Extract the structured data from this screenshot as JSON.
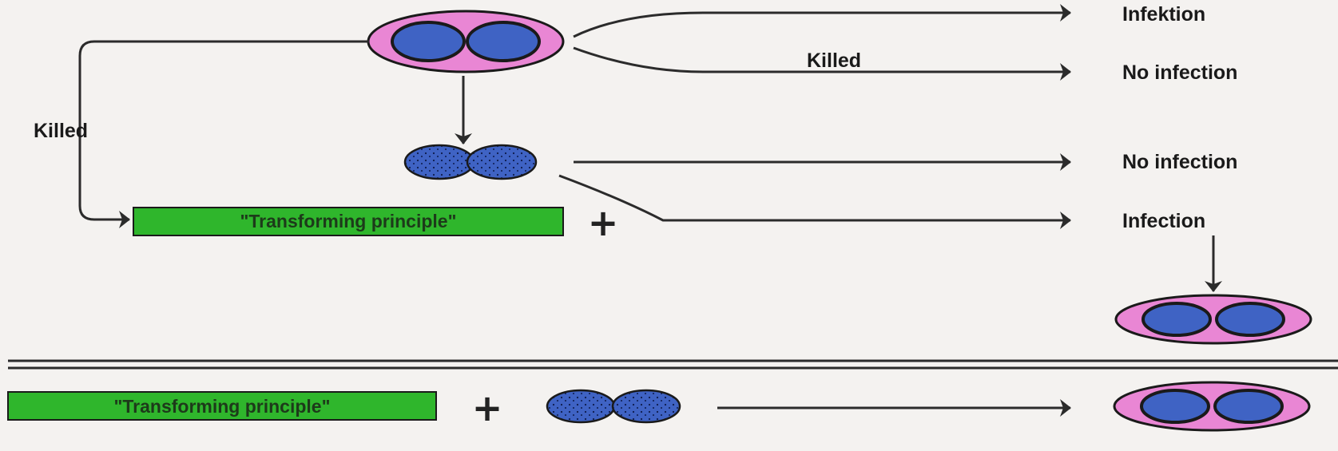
{
  "labels": {
    "infektion": "Infektion",
    "killed_right": "Killed",
    "no_infection_1": "No infection",
    "killed_left": "Killed",
    "no_infection_2": "No infection",
    "infection": "Infection",
    "transforming_principle_1": "\"Transforming principle\"",
    "plus_1": "+",
    "transforming_principle_2": "\"Transforming principle\"",
    "plus_2": "+"
  },
  "colors": {
    "capsule": "#e986d4",
    "cell": "#3f63c4",
    "box": "#2fb62c",
    "line": "#2b2b2b"
  }
}
